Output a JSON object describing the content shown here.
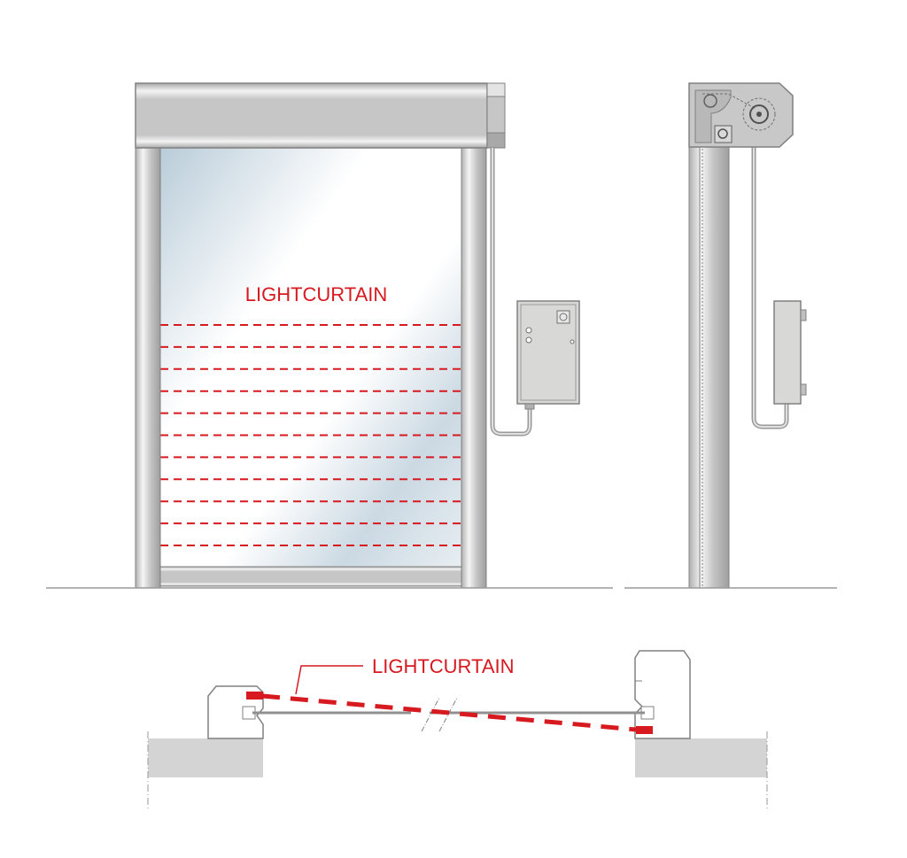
{
  "labels": {
    "front_view": "LIGHTCURTAIN",
    "plan_view": "LIGHTCURTAIN"
  },
  "colors": {
    "accent_red": "#d71920",
    "frame_gray": "#c6c6c6",
    "outline_gray": "#808080",
    "glass_blue": "#bccfdc",
    "floor_gray": "#d4d4d4"
  },
  "light_beam_count": 11
}
